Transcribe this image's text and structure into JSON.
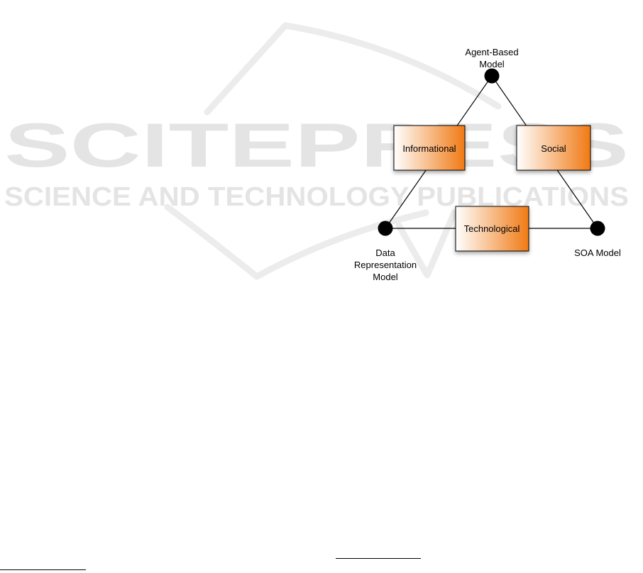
{
  "watermark": {
    "brand": "SCITEPRESS",
    "tagline": "SCIENCE AND TECHNOLOGY PUBLICATIONS"
  },
  "diagram": {
    "nodes": {
      "agent_based": {
        "label_lines": [
          "Agent-Based",
          "Model"
        ]
      },
      "data_representation": {
        "label_lines": [
          "Data",
          "Representation",
          "Model"
        ]
      },
      "soa": {
        "label_lines": [
          "SOA Model"
        ]
      }
    },
    "boxes": {
      "informational": {
        "label": "Informational"
      },
      "social": {
        "label": "Social"
      },
      "technological": {
        "label": "Technological"
      }
    },
    "colors": {
      "box_gradient_start": "#ffffff",
      "box_gradient_end": "#f07a14",
      "node": "#000000",
      "watermark": "#e4e4e4",
      "watermark_book": "#ececec"
    }
  }
}
